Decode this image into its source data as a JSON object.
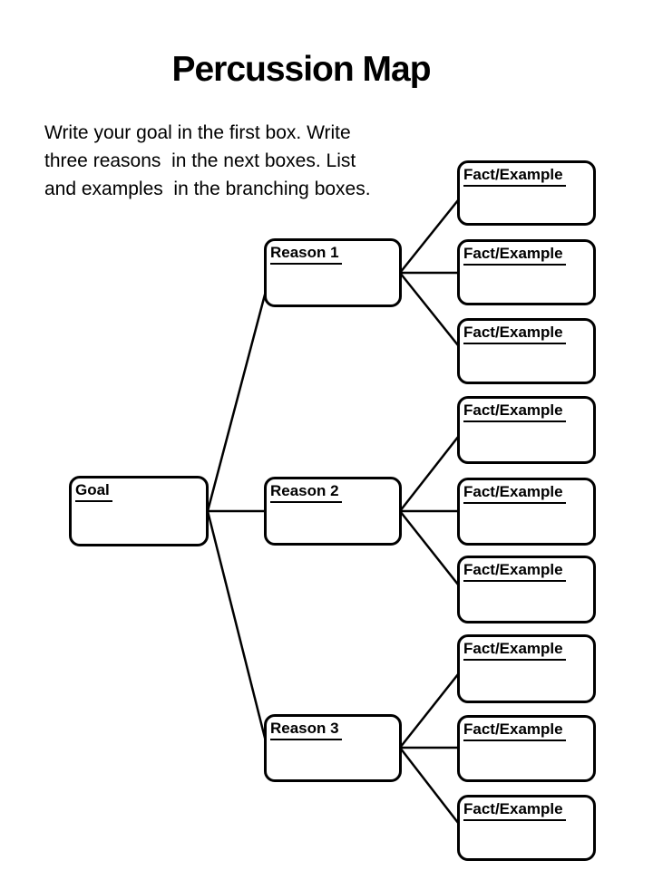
{
  "title": "Percussion Map",
  "instructions": "Write your goal in the first box. Write\nthree reasons  in the next boxes. List\nand examples  in the branching boxes.",
  "diagram": {
    "goal": {
      "label": "Goal"
    },
    "reasons": [
      {
        "label": "Reason 1"
      },
      {
        "label": "Reason 2"
      },
      {
        "label": "Reason 3"
      }
    ],
    "facts": [
      {
        "label": "Fact/Example"
      },
      {
        "label": "Fact/Example"
      },
      {
        "label": "Fact/Example"
      },
      {
        "label": "Fact/Example"
      },
      {
        "label": "Fact/Example"
      },
      {
        "label": "Fact/Example"
      },
      {
        "label": "Fact/Example"
      },
      {
        "label": "Fact/Example"
      },
      {
        "label": "Fact/Example"
      }
    ]
  },
  "colors": {
    "background": "#ffffff",
    "stroke": "#000000",
    "text": "#000000"
  }
}
